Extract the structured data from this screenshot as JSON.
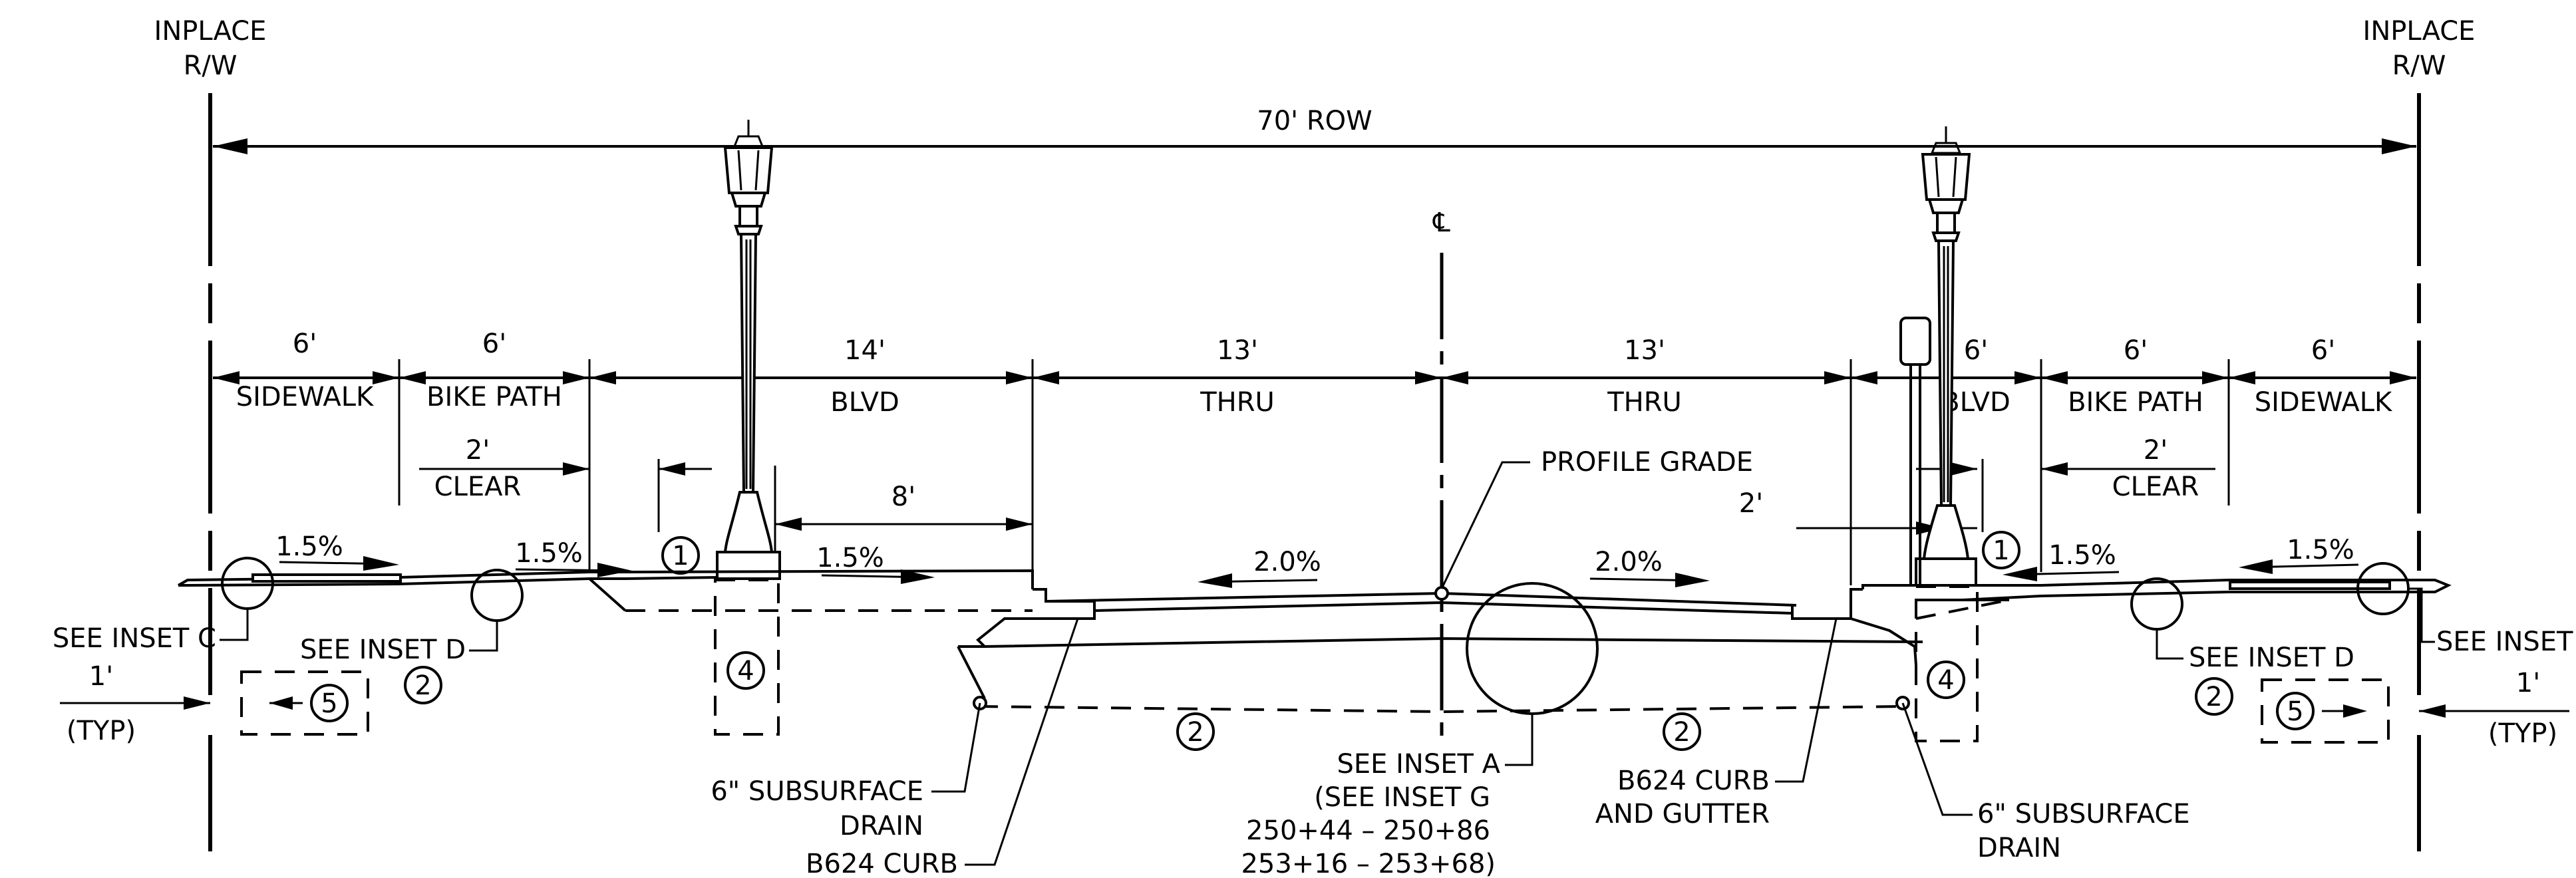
{
  "labels": {
    "row_left_1": "INPLACE",
    "row_left_2": "R/W",
    "row_right_1": "INPLACE",
    "row_right_2": "R/W",
    "row_total": "70' ROW",
    "centerline": "℄",
    "dim_6_a": "6'",
    "dim_6_b": "6'",
    "dim_14": "14'",
    "dim_13_a": "13'",
    "dim_13_b": "13'",
    "dim_6_c": "6'",
    "dim_6_d": "6'",
    "dim_6_e": "6'",
    "sidewalk_left": "SIDEWALK",
    "bike_left": "BIKE PATH",
    "blvd_left": "BLVD",
    "thru_left": "THRU",
    "thru_right": "THRU",
    "blvd_right": "BLVD",
    "bike_right": "BIKE PATH",
    "sidewalk_right": "SIDEWALK",
    "clear_2_left": "2'",
    "clear_left": "CLEAR",
    "clear_2_right": "2'",
    "clear_right": "CLEAR",
    "dim_8": "8'",
    "dim_2_right": "2'",
    "profile_grade": "PROFILE GRADE",
    "slope_sw_left": "1.5%",
    "slope_bike_left": "1.5%",
    "slope_blvd_left": "1.5%",
    "slope_thru_left": "2.0%",
    "slope_thru_right": "2.0%",
    "slope_bike_right": "1.5%",
    "slope_sw_right": "1.5%",
    "see_inset_c": "SEE INSET C",
    "see_inset_d_left": "SEE INSET D",
    "see_inset_d_right": "SEE INSET D",
    "see_inset_right": "SEE INSET",
    "typ_1_left": "1'",
    "typ_left": "(TYP)",
    "typ_1_right": "1'",
    "typ_right": "(TYP)",
    "subdrain_left_1": "6\" SUBSURFACE",
    "subdrain_left_2": "DRAIN",
    "b624_curb": "B624 CURB",
    "see_inset_a_1": "SEE INSET A",
    "see_inset_a_2": "(SEE INSET G",
    "see_inset_a_3": "250+44 – 250+86",
    "see_inset_a_4": "253+16 – 253+68)",
    "b624_curb_gutter_1": "B624 CURB",
    "b624_curb_gutter_2": "AND GUTTER",
    "subdrain_right_1": "6\" SUBSURFACE",
    "subdrain_right_2": "DRAIN"
  },
  "callouts": {
    "n1_left": "1",
    "n1_right": "1",
    "n2_left": "2",
    "n2_mid_left": "2",
    "n2_mid_right": "2",
    "n2_right": "2",
    "n4_left": "4",
    "n4_right": "4",
    "n5_left": "5",
    "n5_right": "5"
  }
}
